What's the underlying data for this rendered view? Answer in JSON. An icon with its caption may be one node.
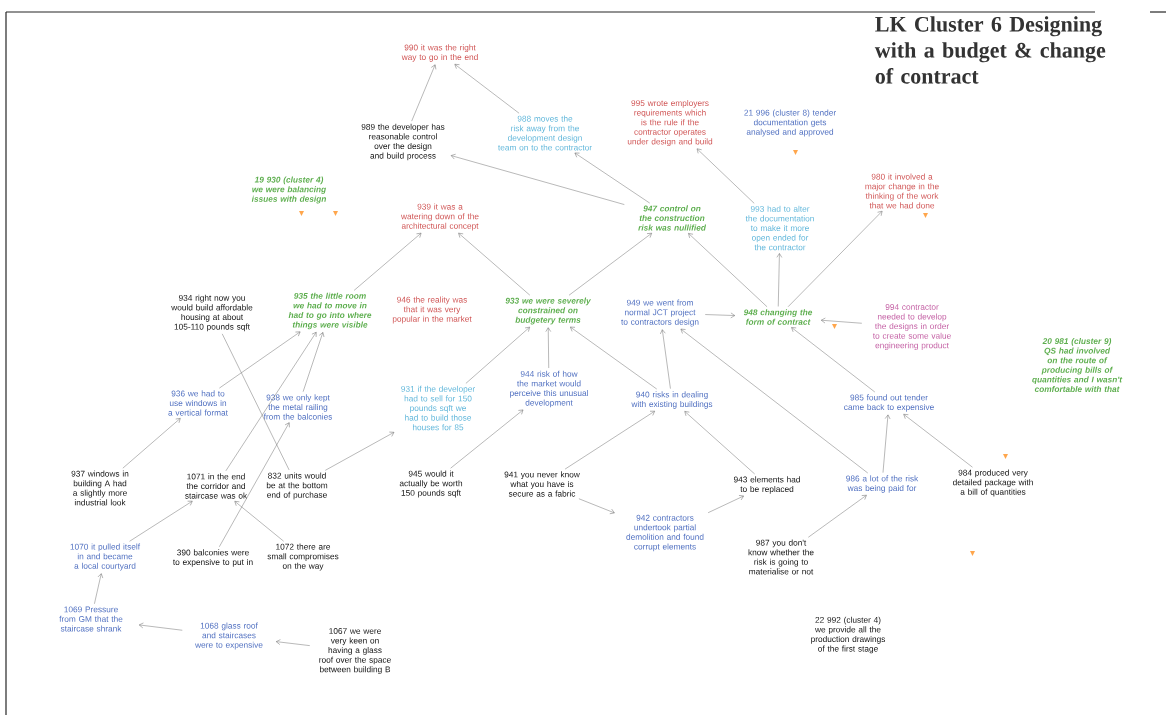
{
  "diagram": {
    "title": "LK Cluster 6 Designing with a budget & change of contract",
    "nodes": [
      {
        "text": [
          "990 it was the right way to go in the end"
        ]
      },
      {
        "text": [
          "989 the developer has reasonable control over the design and build process"
        ]
      },
      {
        "text": [
          "988 moves the risk away from the development design team on to the contractor"
        ]
      },
      {
        "text": [
          "995 wrote employers requirements which is the rule if the contractor operates under design and build"
        ]
      },
      {
        "text": [
          "21 996 (cluster 8) tender documentation gets analysed and approved"
        ]
      },
      {
        "text": [
          "19 930 (cluster 4) we were balancing issues with design"
        ]
      },
      {
        "text": [
          "939 it was a watering down of the architectural concept"
        ]
      },
      {
        "text": [
          "947 control on the construction risk was nullified"
        ]
      },
      {
        "text": [
          "993 had to alter the documentation to make it more open ended for the contractor"
        ]
      },
      {
        "text": [
          "980 it involved a major change in the thinking of the work that we had done"
        ]
      },
      {
        "text": [
          "934 right now you would build affordable housing at about 105-110 pounds sqft"
        ]
      },
      {
        "text": [
          "935 the little room we had to move in had to go into where things were visible"
        ]
      },
      {
        "text": [
          "946 the reality was that it was very popular in the market"
        ]
      },
      {
        "text": [
          "933 we were severely constrained on budgetery terms"
        ]
      },
      {
        "text": [
          "949 we went from normal JCT project to contractors design"
        ]
      },
      {
        "text": [
          "948 changing the form of contract"
        ]
      },
      {
        "text": [
          "994 contractor needed to develop the designs in order to create some value engineering product"
        ]
      },
      {
        "text": [
          "20 981 (cluster 9) QS had involved on the route of producing bills of quantities and I wasn't comfortable with that"
        ]
      },
      {
        "text": [
          "936 we had to use windows in a vertical format"
        ]
      },
      {
        "text": [
          "938 we only kept the metal railing from the balconies"
        ]
      },
      {
        "text": [
          "931 if the developer had to sell for 150 pounds sqft we had to build those houses for 85"
        ]
      },
      {
        "text": [
          "944 risk of how the market would perceive this unusual development"
        ]
      },
      {
        "text": [
          "940 risks in dealing with existing buildings"
        ]
      },
      {
        "text": [
          "985 found out tender came back to expensive"
        ]
      },
      {
        "text": [
          "937 windows in building A had a slightly more industrial look"
        ]
      },
      {
        "text": [
          "1071 in the end the corridor and staircase was ok"
        ]
      },
      {
        "text": [
          "832 units would be at the bottom end of purchase"
        ]
      },
      {
        "text": [
          "945 would it actually be worth 150 pounds sqft"
        ]
      },
      {
        "text": [
          "941 you never know what you have is secure as a fabric"
        ]
      },
      {
        "text": [
          "943 elements had to be replaced"
        ]
      },
      {
        "text": [
          "986 a lot of the risk was being paid for"
        ]
      },
      {
        "text": [
          "984 produced very detailed package with a bill of quantities"
        ]
      },
      {
        "text": [
          "1070 it pulled itself in and became a local courtyard"
        ]
      },
      {
        "text": [
          "390 balconies were to expensive to put in"
        ]
      },
      {
        "text": [
          "1072 there are small compromises on the way"
        ]
      },
      {
        "text": [
          "942 contractors undertook partial demolition and found corrupt elements"
        ]
      },
      {
        "text": [
          "987 you don't know whether the risk is going to materialise or not"
        ]
      },
      {
        "text": [
          "1069 Pressure from GM that the staircase shrank"
        ]
      },
      {
        "text": [
          "1068 glass roof and staircases were to expensive"
        ]
      },
      {
        "text": [
          "1067 we were very keen on having a glass roof over the space between building B"
        ]
      },
      {
        "text": [
          "22 992 (cluster 4) we provide all the production drawings of the first stage"
        ]
      }
    ],
    "edges": [
      {
        "from": 1,
        "to": 0,
        "arrow": "to"
      },
      {
        "from": 2,
        "to": 0,
        "arrow": "to"
      },
      {
        "from": 7,
        "to": 1,
        "arrow": "to"
      },
      {
        "from": 7,
        "to": 2,
        "arrow": "to"
      },
      {
        "from": 8,
        "to": 3,
        "arrow": "to"
      },
      {
        "from": 15,
        "to": 7,
        "arrow": "to"
      },
      {
        "from": 15,
        "to": 8,
        "arrow": "to"
      },
      {
        "from": 15,
        "to": 9,
        "arrow": "to"
      },
      {
        "from": 16,
        "to": 15,
        "arrow": "to"
      },
      {
        "from": 11,
        "to": 6,
        "arrow": "to"
      },
      {
        "from": 13,
        "to": 6,
        "arrow": "to"
      },
      {
        "from": 13,
        "to": 7,
        "arrow": "to"
      },
      {
        "from": 14,
        "to": 15,
        "arrow": "to"
      },
      {
        "from": 23,
        "to": 15,
        "arrow": "to"
      },
      {
        "from": 30,
        "to": 14,
        "arrow": "to"
      },
      {
        "from": 22,
        "to": 14,
        "arrow": "to"
      },
      {
        "from": 22,
        "to": 13,
        "arrow": "to"
      },
      {
        "from": 21,
        "to": 13,
        "arrow": "to"
      },
      {
        "from": 20,
        "to": 13,
        "arrow": "to"
      },
      {
        "from": 27,
        "to": 21,
        "arrow": "to"
      },
      {
        "from": 28,
        "to": 22,
        "arrow": "to"
      },
      {
        "from": 29,
        "to": 22,
        "arrow": "to"
      },
      {
        "from": 28,
        "to": 35,
        "arrow": "to"
      },
      {
        "from": 35,
        "to": 29,
        "arrow": "to"
      },
      {
        "from": 36,
        "to": 30,
        "arrow": "to"
      },
      {
        "from": 30,
        "to": 23,
        "arrow": "to"
      },
      {
        "from": 31,
        "to": 23,
        "arrow": "to"
      },
      {
        "from": 26,
        "to": 20,
        "arrow": "to"
      },
      {
        "from": 26,
        "to": 10,
        "arrow": "none"
      },
      {
        "from": 18,
        "to": 11,
        "arrow": "to"
      },
      {
        "from": 25,
        "to": 11,
        "arrow": "to"
      },
      {
        "from": 19,
        "to": 11,
        "arrow": "to"
      },
      {
        "from": 24,
        "to": 18,
        "arrow": "to"
      },
      {
        "from": 33,
        "to": 19,
        "arrow": "to"
      },
      {
        "from": 32,
        "to": 25,
        "arrow": "to"
      },
      {
        "from": 34,
        "to": 25,
        "arrow": "to"
      },
      {
        "from": 37,
        "to": 32,
        "arrow": "to"
      },
      {
        "from": 38,
        "to": 37,
        "arrow": "to"
      },
      {
        "from": 39,
        "to": 38,
        "arrow": "to"
      }
    ]
  }
}
